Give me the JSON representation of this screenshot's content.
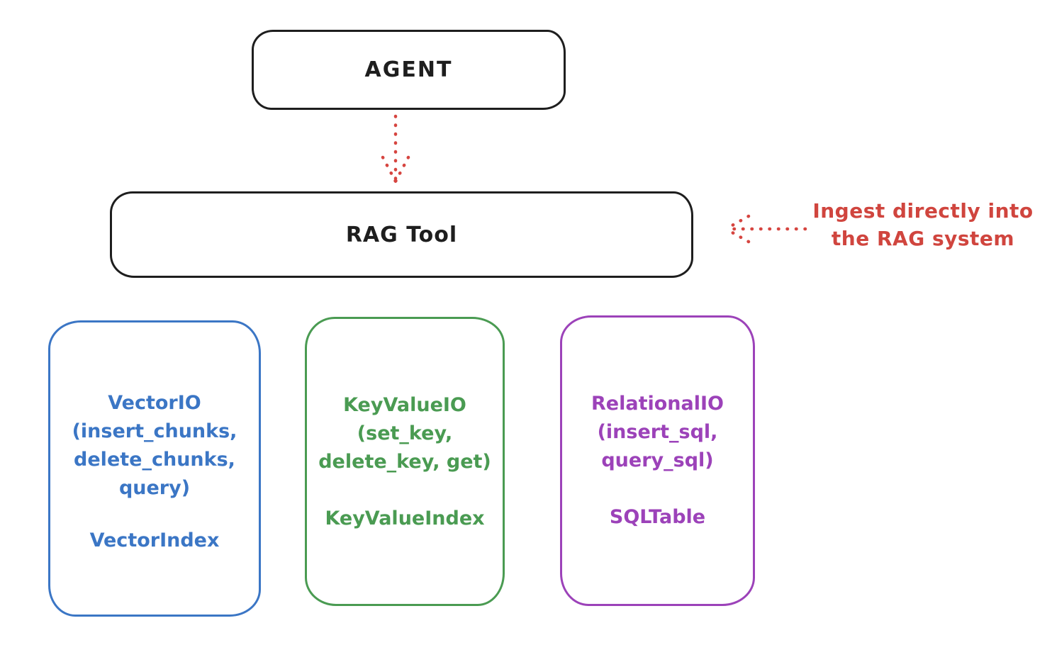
{
  "diagram": {
    "agent": {
      "label": "AGENT"
    },
    "rag_tool": {
      "label": "RAG Tool"
    },
    "annotation": {
      "line1": "Ingest directly into",
      "line2": "the RAG system"
    },
    "nodes": [
      {
        "id": "vector-io",
        "color": "#3b76c5",
        "lines": [
          "VectorIO",
          "(insert_chunks,",
          "delete_chunks,",
          "query)"
        ],
        "footer": "VectorIndex"
      },
      {
        "id": "keyvalue-io",
        "color": "#4a9b52",
        "lines": [
          "KeyValueIO",
          "(set_key,",
          "delete_key, get)"
        ],
        "footer": "KeyValueIndex"
      },
      {
        "id": "relational-io",
        "color": "#9c42b9",
        "lines": [
          "RelationalIO",
          "(insert_sql,",
          "query_sql)"
        ],
        "footer": "SQLTable"
      }
    ],
    "colors": {
      "box_stroke": "#1e1e1e",
      "arrow_red": "#d64540",
      "annotation_text": "#d0453e"
    }
  }
}
